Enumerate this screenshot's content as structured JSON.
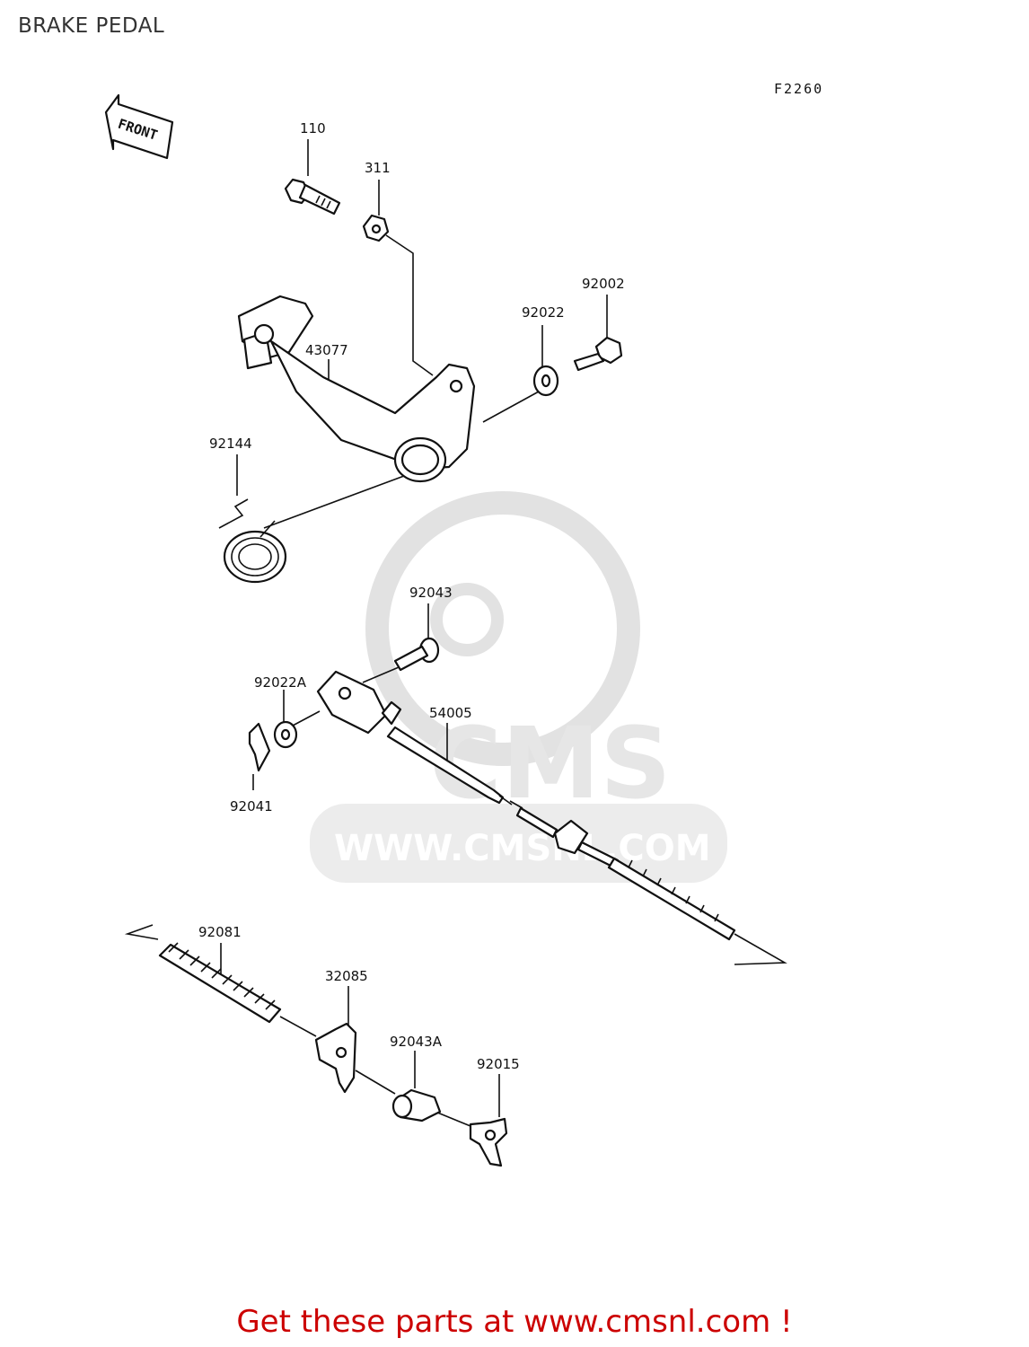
{
  "title": "BRAKE PEDAL",
  "ref_code": "F2260",
  "front_label": "FRONT",
  "watermark": {
    "brand": "CMS",
    "url": "WWW.CMSNL.COM"
  },
  "parts": [
    {
      "id": "p110",
      "number": "110"
    },
    {
      "id": "p311",
      "number": "311"
    },
    {
      "id": "p92002",
      "number": "92002"
    },
    {
      "id": "p92022",
      "number": "92022"
    },
    {
      "id": "p43077",
      "number": "43077"
    },
    {
      "id": "p92144",
      "number": "92144"
    },
    {
      "id": "p92043",
      "number": "92043"
    },
    {
      "id": "p92022A",
      "number": "92022A"
    },
    {
      "id": "p54005",
      "number": "54005"
    },
    {
      "id": "p92041",
      "number": "92041"
    },
    {
      "id": "p92081",
      "number": "92081"
    },
    {
      "id": "p32085",
      "number": "32085"
    },
    {
      "id": "p92043A",
      "number": "92043A"
    },
    {
      "id": "p92015",
      "number": "92015"
    }
  ],
  "footer": "Get these parts at www.cmsnl.com !"
}
